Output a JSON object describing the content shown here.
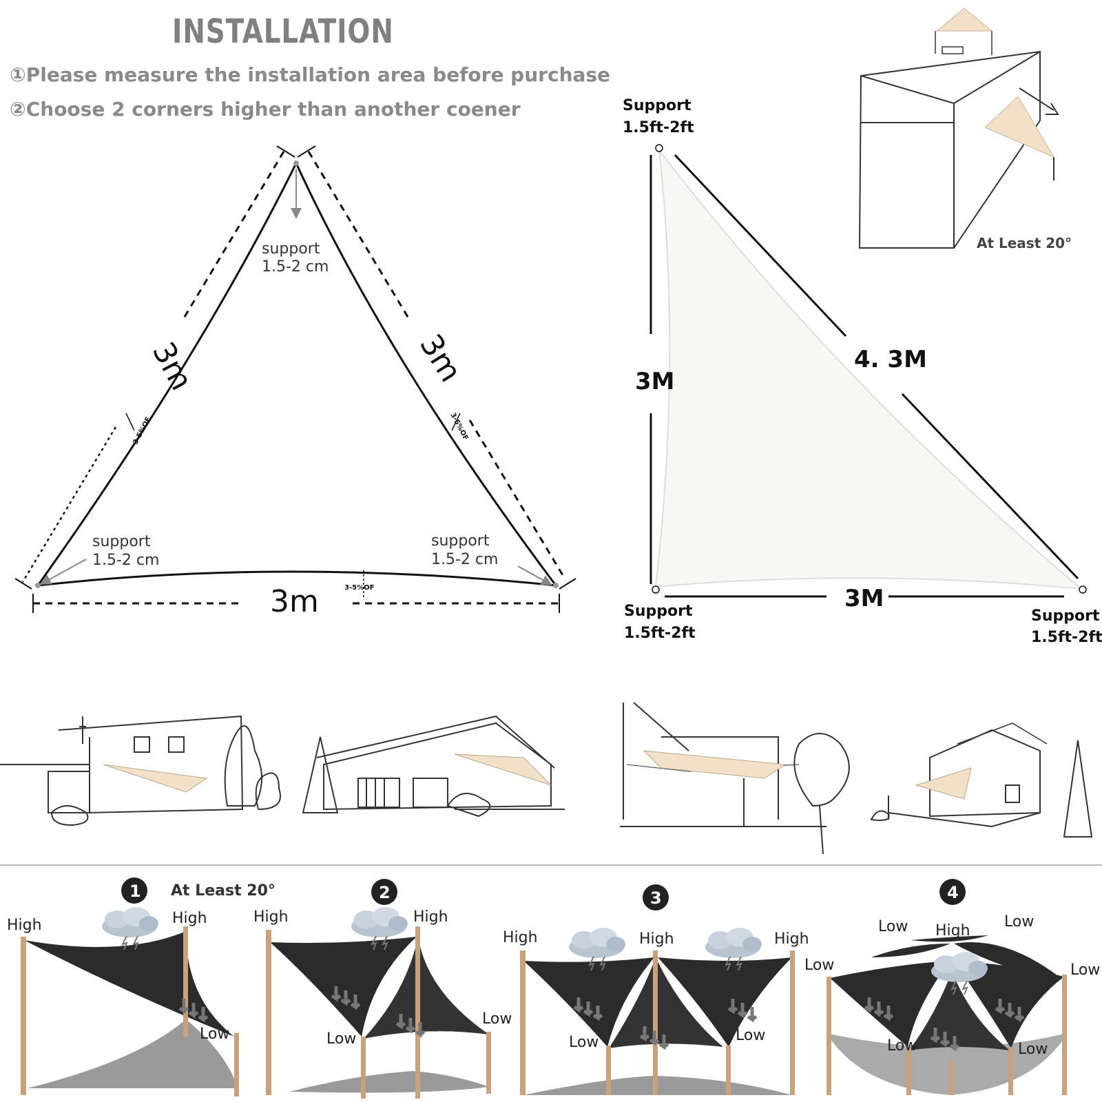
{
  "header": {
    "title": "INSTALLATION",
    "steps": [
      "①Please measure the installation area before purchase",
      "②Choose 2 corners higher than another coener"
    ]
  },
  "equilateral": {
    "side_left": "3m",
    "side_right": "3m",
    "side_bottom": "3m",
    "support_top_1": "support",
    "support_top_2": "1.5-2 cm",
    "support_left_1": "support",
    "support_left_2": "1.5-2 cm",
    "support_right_1": "support",
    "support_right_2": "1.5-2 cm",
    "sag_label": "3-5%OF"
  },
  "right_triangle": {
    "support_label": "Support",
    "support_size": "1.5ft-2ft",
    "side_vertical": "3M",
    "side_bottom": "3M",
    "hypotenuse": "4. 3M",
    "angle_note": "At Least 20°"
  },
  "steps_bottom": {
    "numbers": [
      "1",
      "2",
      "3",
      "4"
    ],
    "angle_note": "At Least 20°",
    "high": "High",
    "low": "Low"
  },
  "colors": {
    "heading_gray": "#808080",
    "shade_dark": "#2b2b2b",
    "shade_gray": "#9a9a9a",
    "cream_sail": "#f2e1c8",
    "post_wood": "#c8a27a"
  }
}
